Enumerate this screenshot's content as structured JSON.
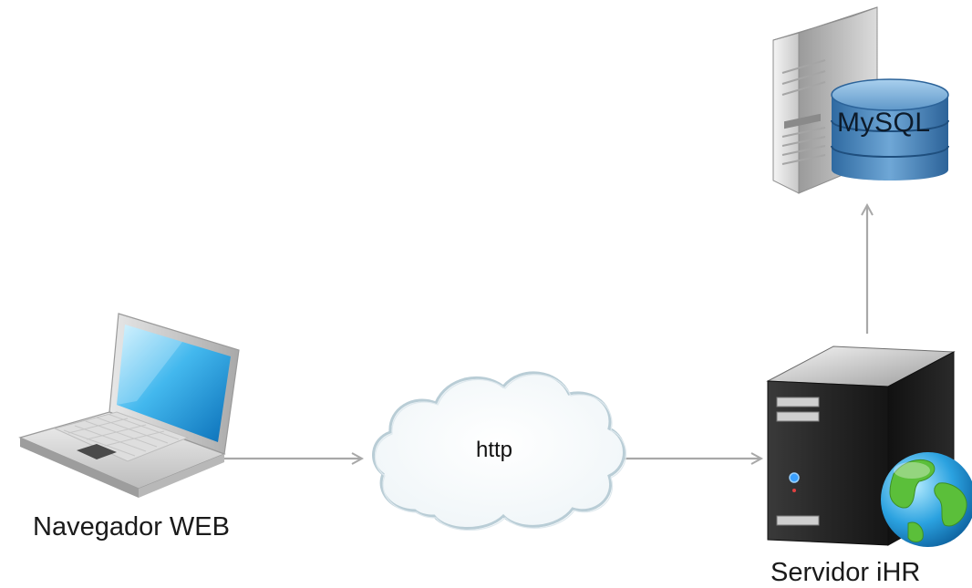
{
  "nodes": {
    "browser": {
      "label": "Navegador WEB",
      "icon": "laptop-icon"
    },
    "cloud": {
      "label": "http",
      "icon": "cloud-icon"
    },
    "server": {
      "label": "Servidor iHR",
      "icon": "web-server-icon"
    },
    "database": {
      "label": "MySQL",
      "icon": "database-server-icon"
    }
  },
  "edges": [
    {
      "from": "browser",
      "to": "cloud"
    },
    {
      "from": "cloud",
      "to": "server"
    },
    {
      "from": "server",
      "to": "database"
    }
  ],
  "colors": {
    "arrow": "#a8a8a8",
    "cloud_fill": "#ffffff",
    "cloud_stroke": "#b9cdd6",
    "db_blue": "#3f7fb5",
    "server_dark": "#1e1e1e",
    "globe_blue": "#1f8fd0",
    "globe_green": "#5bbf3a"
  }
}
